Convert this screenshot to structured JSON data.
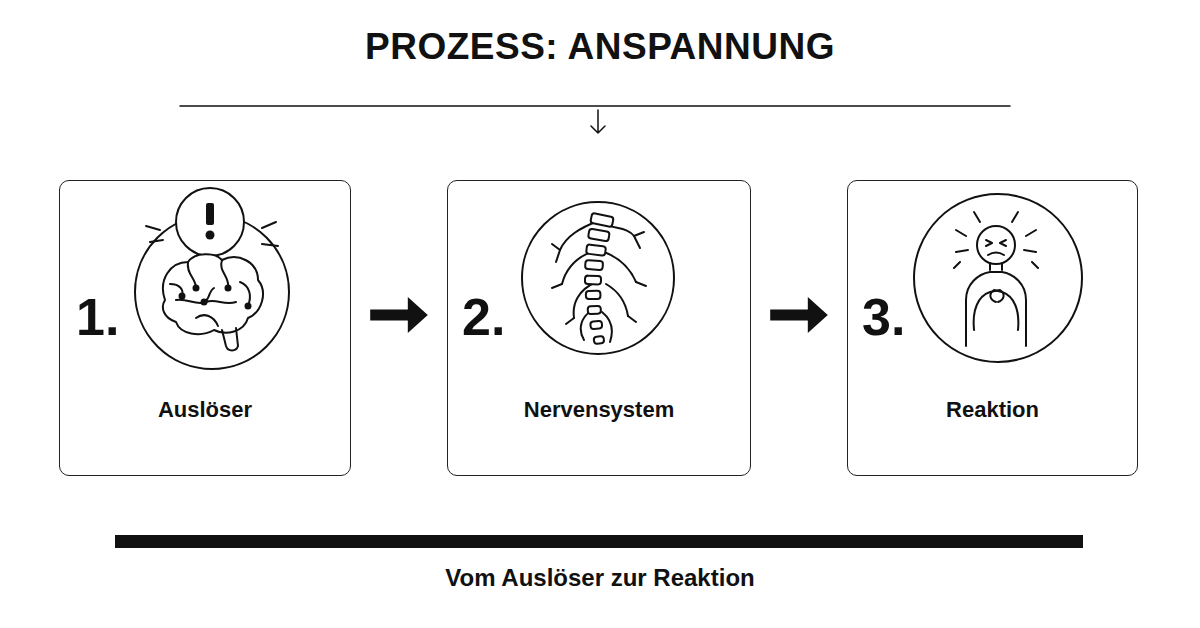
{
  "diagram": {
    "title": "PROZESS: ANSPANNUNG",
    "caption": "Vom Auslöser zur Reaktion",
    "nodes": [
      {
        "text": [
          "1.",
          "Auslöser"
        ]
      },
      {
        "text": [
          "2.",
          "Nervensystem"
        ]
      },
      {
        "text": [
          "3.",
          "Reaktion"
        ]
      }
    ],
    "edges": [
      {
        "from": 0,
        "to": 1,
        "arrow": "to"
      },
      {
        "from": 1,
        "to": 2,
        "arrow": "to"
      }
    ]
  }
}
